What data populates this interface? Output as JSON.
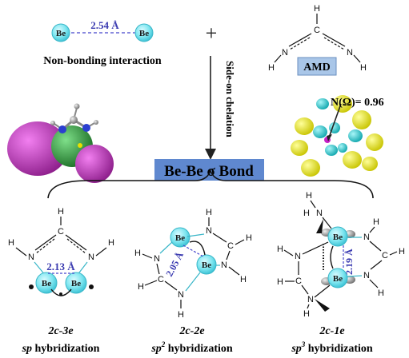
{
  "top": {
    "be_atom_label": "Be",
    "nonbond_distance": "2.54 Å",
    "nonbond_caption": "Non-bonding interaction",
    "plus": "+",
    "amd_label": "AMD",
    "arrow_label": "Side-on chelation",
    "n_omega": "N(Ω)= 0.96",
    "center_title": "Be-Be σ Bond"
  },
  "atoms": {
    "be": "Be",
    "n": "N",
    "c": "C",
    "h": "H"
  },
  "structures": [
    {
      "distance": "2.13 Å",
      "type": "2c-3e",
      "hyb_prefix": "sp",
      "hyb_sup": "",
      "hyb_suffix": " hybridization"
    },
    {
      "distance": "2.05 Å",
      "type": "2c-2e",
      "hyb_prefix": "sp",
      "hyb_sup": "2",
      "hyb_suffix": " hybridization"
    },
    {
      "distance": "2.19 Å",
      "type": "2c-1e",
      "hyb_prefix": "sp",
      "hyb_sup": "3",
      "hyb_suffix": " hybridization"
    }
  ],
  "colors": {
    "be_fill": "#7fe6f0",
    "be_stroke": "#39b6c8",
    "dashed_bond": "#4444cc",
    "amd_box": "#a9c6e8",
    "title_box": "#5f88cf",
    "lobe_magenta": "#c23fbf",
    "lobe_green": "#2f9a3a",
    "elf_yellow": "#f2f000",
    "elf_cyan": "#19d1d8"
  }
}
